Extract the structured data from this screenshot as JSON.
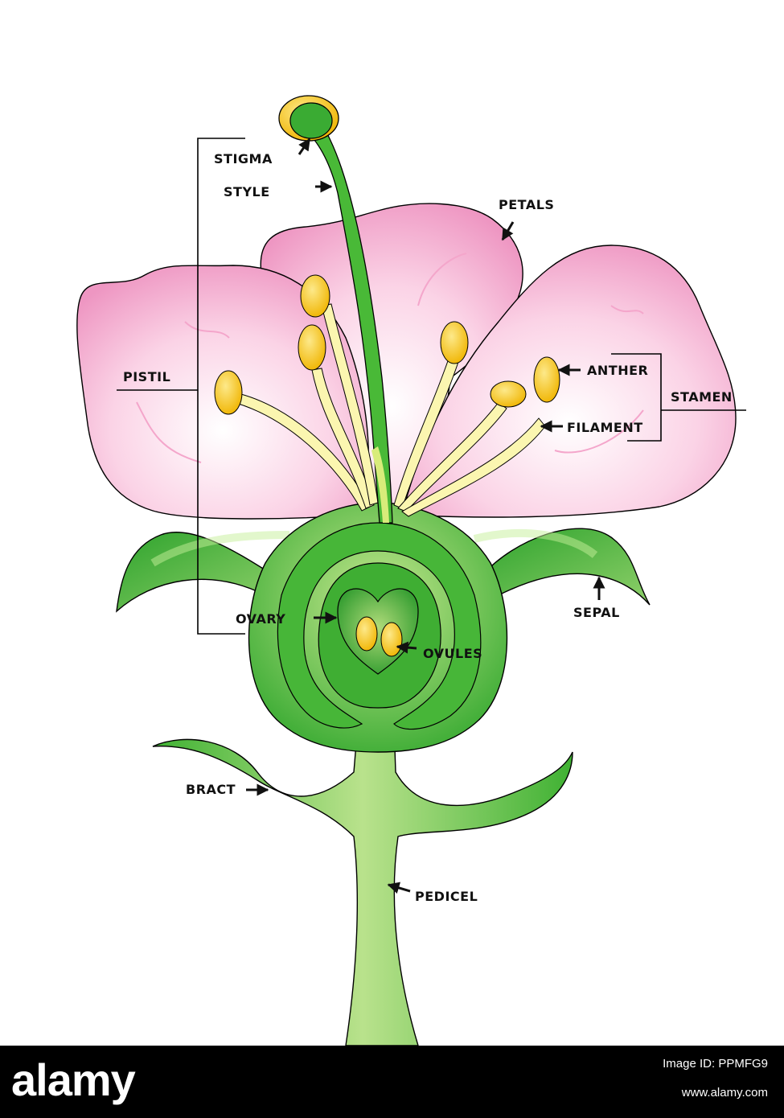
{
  "colors": {
    "petal": "#f5b6d6",
    "petal_outline": "#000000",
    "stem": "#4fbf3a",
    "stem_light": "#b6e08a",
    "anther": "#f5c518",
    "filament": "#fbf6b0",
    "footer": "#000000"
  },
  "labels": {
    "stigma": "STIGMA",
    "style": "STYLE",
    "petals": "PETALS",
    "pistil": "PISTIL",
    "anther": "ANTHER",
    "stamen": "STAMEN",
    "filament": "FILAMENT",
    "ovary": "OVARY",
    "ovules": "OVULES",
    "sepal": "SEPAL",
    "bract": "BRACT",
    "pedicel": "PEDICEL"
  },
  "footer": {
    "logo": "alamy",
    "image_id": "Image ID: PPMFG9",
    "site": "www.alamy.com"
  }
}
